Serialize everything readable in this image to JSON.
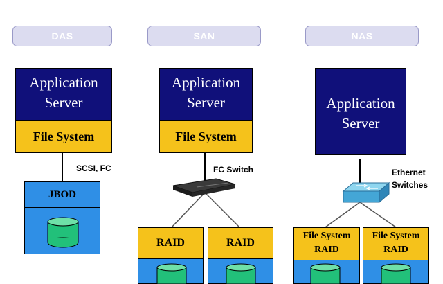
{
  "headers": {
    "das": "DAS",
    "san": "SAN",
    "nas": "NAS"
  },
  "das": {
    "app_line1": "Application",
    "app_line2": "Server",
    "fs": "File System",
    "connection": "SCSI, FC",
    "storage": "JBOD"
  },
  "san": {
    "app_line1": "Application",
    "app_line2": "Server",
    "fs": "File System",
    "connection": "FC Switch",
    "raid_left": "RAID",
    "raid_right": "RAID"
  },
  "nas": {
    "app_line1": "Application",
    "app_line2": "Server",
    "connection_line1": "Ethernet",
    "connection_line2": "Switches",
    "left_line1": "File System",
    "left_line2": "RAID",
    "right_line1": "File System",
    "right_line2": "RAID"
  },
  "colors": {
    "app_server": "#10107a",
    "file_system": "#f5c21b",
    "storage": "#2f8fe6",
    "disk": "#22c07a",
    "header": "#dcdcf0"
  }
}
